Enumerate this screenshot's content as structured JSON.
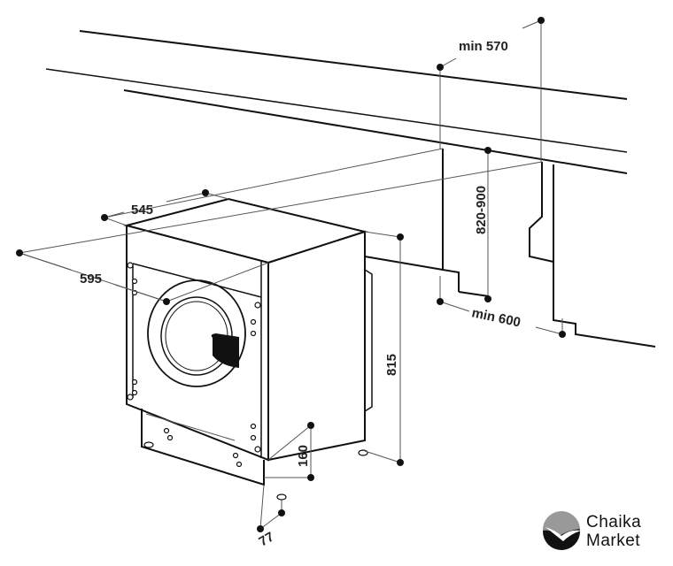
{
  "diagram": {
    "dimensions": {
      "min_height_clearance": "min 570",
      "niche_height": "820-900",
      "min_niche_width": "min 600",
      "depth": "545",
      "width": "595",
      "height": "815",
      "plinth_height": "160",
      "plinth_offset": "77"
    },
    "colors": {
      "line": "#111111",
      "background": "#ffffff"
    }
  },
  "logo": {
    "line1": "Chaika",
    "line2": "Market"
  }
}
